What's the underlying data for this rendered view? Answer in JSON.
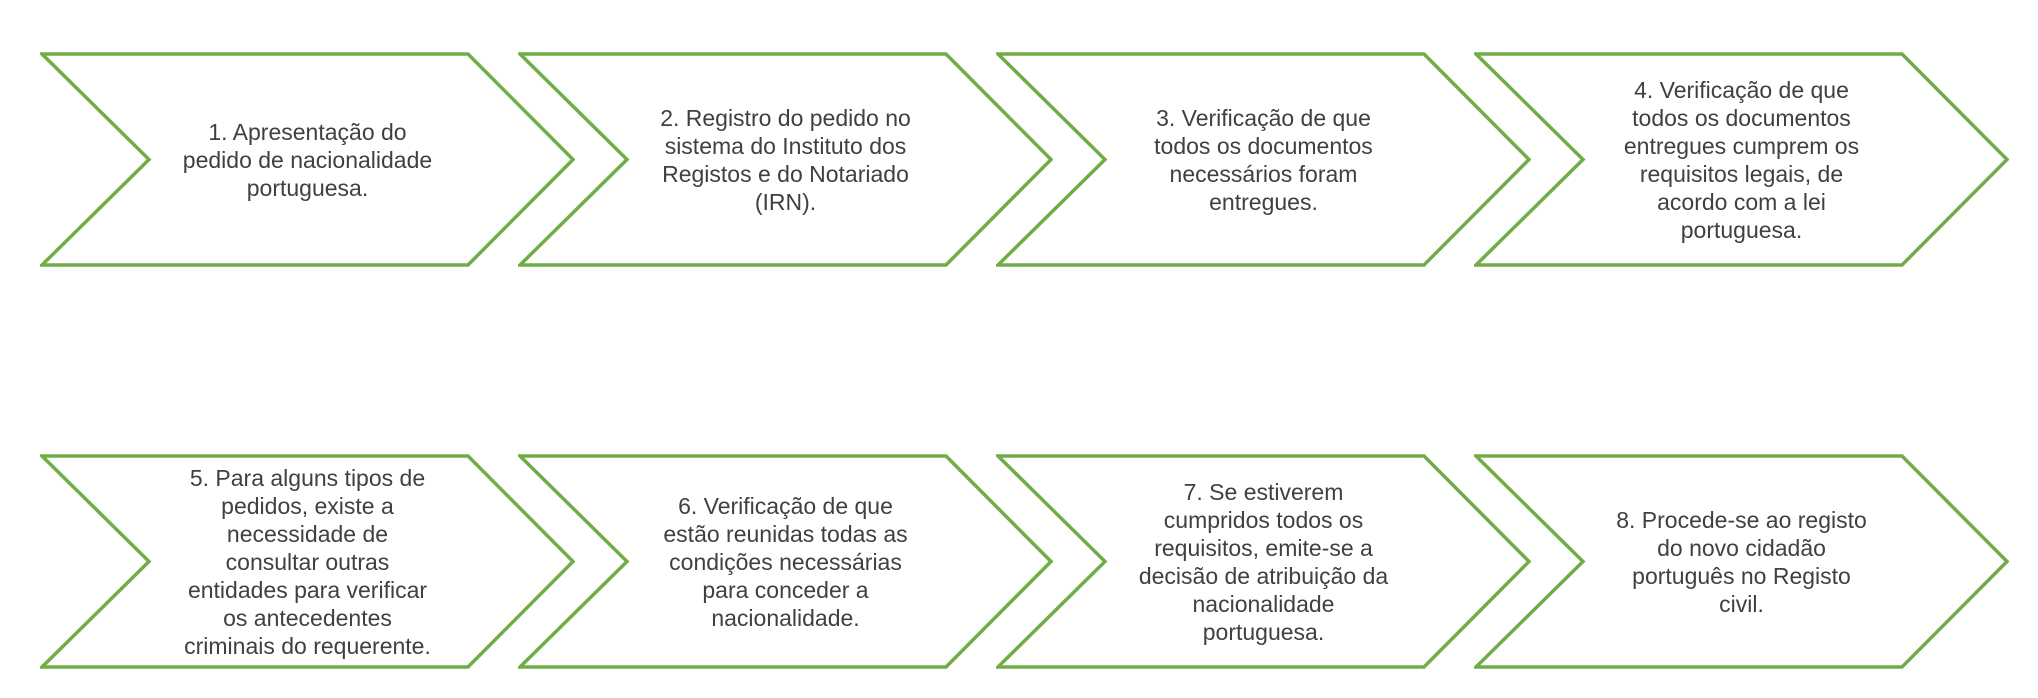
{
  "colors": {
    "outline": "#70AD47",
    "text": "#404040",
    "fill": "#FFFFFF",
    "background": "#FFFFFF"
  },
  "steps": [
    {
      "label": "1. Apresentação do\npedido de nacionalidade\nportuguesa."
    },
    {
      "label": "2. Registro do pedido no\nsistema do Instituto dos\nRegistos e do Notariado\n(IRN)."
    },
    {
      "label": "3. Verificação de que\ntodos os documentos\nnecessários foram\nentregues."
    },
    {
      "label": "4. Verificação de que\ntodos os documentos\nentregues cumprem os\nrequisitos legais, de\nacordo com a lei\nportuguesa."
    },
    {
      "label": "5. Para alguns tipos de\npedidos, existe a\nnecessidade de\nconsultar outras\nentidades para verificar\nos antecedentes\ncriminais do requerente."
    },
    {
      "label": "6. Verificação de que\nestão reunidas todas as\ncondições necessárias\npara conceder a\nnacionalidade."
    },
    {
      "label": "7. Se estiverem\ncumpridos todos os\nrequisitos, emite-se a\ndecisão de atribuição da\nnacionalidade\nportuguesa."
    },
    {
      "label": "8. Procede-se ao registo\ndo novo cidadão\nportuguês no Registo\ncivil."
    }
  ]
}
